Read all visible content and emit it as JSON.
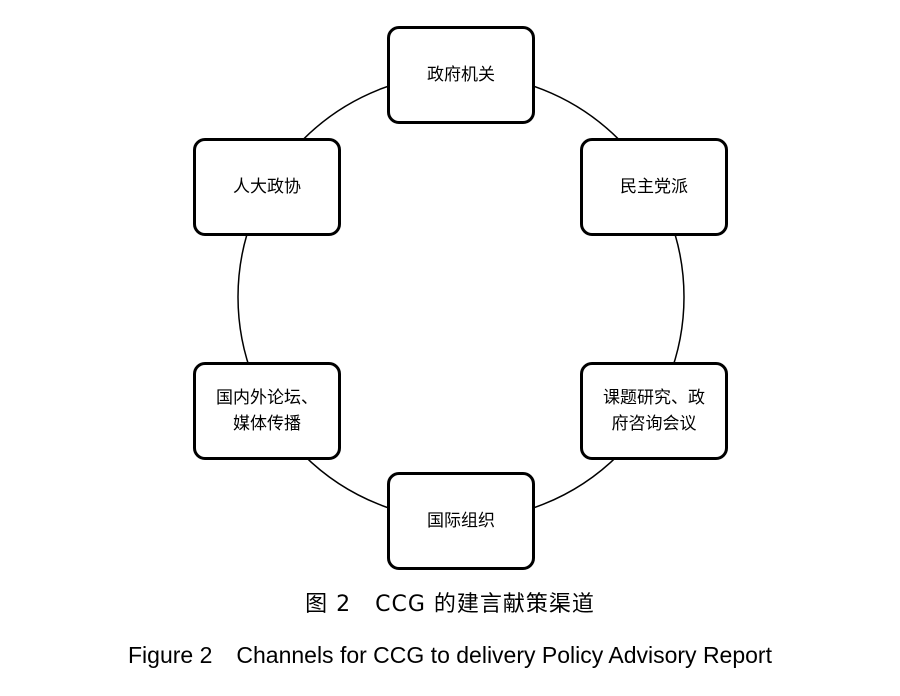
{
  "nodes": [
    {
      "lines": [
        "政府机关"
      ]
    },
    {
      "lines": [
        "民主党派"
      ]
    },
    {
      "lines": [
        "课题研究、政",
        "府咨询会议"
      ]
    },
    {
      "lines": [
        "国际组织"
      ]
    },
    {
      "lines": [
        "国内外论坛、",
        "媒体传播"
      ]
    },
    {
      "lines": [
        "人大政协"
      ]
    }
  ],
  "caption_cn": {
    "number": "图 2",
    "text": "CCG 的建言献策渠道"
  },
  "caption_en": {
    "number": "Figure 2",
    "text": "Channels for CCG to delivery Policy Advisory Report"
  }
}
